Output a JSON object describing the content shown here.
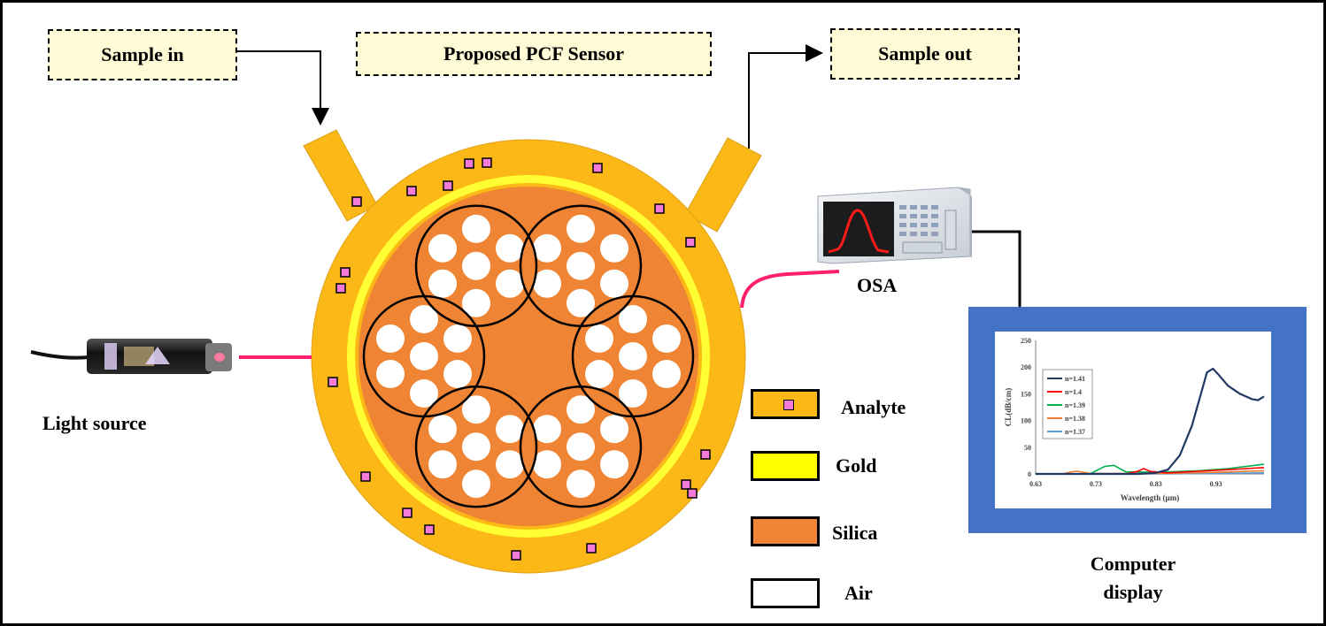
{
  "labels": {
    "sample_in": "Sample in",
    "proposed": "Proposed PCF Sensor",
    "sample_out": "Sample out",
    "light_source": "Light source",
    "osa": "OSA",
    "computer_display": "Computer\ndisplay"
  },
  "legend": [
    {
      "label": "Analyte",
      "color": "#fbb817"
    },
    {
      "label": "Gold",
      "color": "#ffff00"
    },
    {
      "label": "Silica",
      "color": "#ee8434"
    },
    {
      "label": "Air",
      "color": "#ffffff"
    }
  ],
  "colors": {
    "analyte": "#fbb817",
    "gold": "#ffff00",
    "silica": "#ee8434",
    "air": "#ffffff",
    "analyte_particle": "#f47bd7",
    "fiber": "#ff1f6e",
    "display_frame": "#4472c4"
  },
  "chart_data": {
    "type": "line",
    "xlabel": "Wavelength (µm)",
    "ylabel": "CL(dB/cm)",
    "xlim": [
      0.63,
      1.01
    ],
    "ylim": [
      0,
      250
    ],
    "xticks": [
      "0.63",
      "0.73",
      "0.83",
      "0.93"
    ],
    "yticks": [
      "0",
      "50",
      "100",
      "150",
      "200",
      "250"
    ],
    "legend_position": "upper-left",
    "series": [
      {
        "name": "n=1.41",
        "color": "#203864",
        "x": [
          0.63,
          0.8,
          0.83,
          0.85,
          0.87,
          0.89,
          0.905,
          0.915,
          0.925,
          0.935,
          0.95,
          0.97,
          0.99,
          1.0,
          1.01
        ],
        "y": [
          0,
          0,
          2,
          8,
          35,
          90,
          150,
          190,
          197,
          185,
          165,
          150,
          140,
          138,
          145
        ]
      },
      {
        "name": "n=1.4",
        "color": "#ff0000",
        "x": [
          0.63,
          0.78,
          0.8,
          0.81,
          0.82,
          0.85,
          0.9,
          0.95,
          1.01
        ],
        "y": [
          0,
          0,
          5,
          10,
          5,
          2,
          5,
          8,
          12
        ]
      },
      {
        "name": "n=1.39",
        "color": "#00b050",
        "x": [
          0.63,
          0.72,
          0.745,
          0.76,
          0.78,
          0.83,
          0.9,
          0.95,
          1.01
        ],
        "y": [
          0,
          0,
          14,
          16,
          4,
          3,
          6,
          10,
          18
        ]
      },
      {
        "name": "n=1.38",
        "color": "#ed7d31",
        "x": [
          0.63,
          0.675,
          0.69,
          0.7,
          0.72,
          0.83,
          0.93,
          1.01
        ],
        "y": [
          0,
          0,
          4,
          5,
          1,
          1,
          3,
          6
        ]
      },
      {
        "name": "n=1.37",
        "color": "#5b9bd5",
        "x": [
          0.63,
          0.83,
          0.93,
          1.01
        ],
        "y": [
          0,
          0,
          1,
          2
        ]
      }
    ]
  }
}
